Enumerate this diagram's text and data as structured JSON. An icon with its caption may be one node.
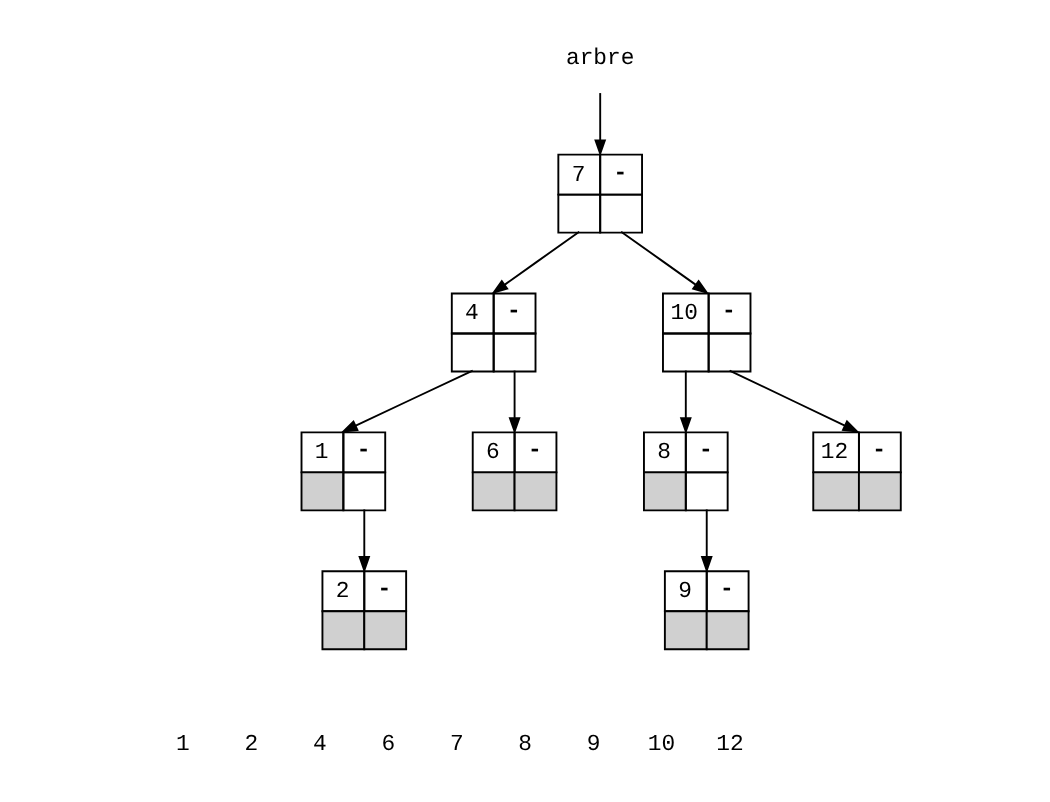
{
  "diagram": {
    "nodes": [
      {
        "text": [
          "arbre"
        ]
      },
      {
        "text": [
          "7",
          "-"
        ]
      },
      {
        "text": [
          "4",
          "-"
        ]
      },
      {
        "text": [
          "10",
          "-"
        ]
      },
      {
        "text": [
          "1",
          "-"
        ]
      },
      {
        "text": [
          "6",
          "-"
        ]
      },
      {
        "text": [
          "8",
          "-"
        ]
      },
      {
        "text": [
          "12",
          "-"
        ]
      },
      {
        "text": [
          "2",
          "-"
        ]
      },
      {
        "text": [
          "9",
          "-"
        ]
      }
    ],
    "edges": [
      {
        "from": 0,
        "to": 1,
        "arrow": "to"
      },
      {
        "from": 1,
        "to": 2,
        "arrow": "to"
      },
      {
        "from": 1,
        "to": 3,
        "arrow": "to"
      },
      {
        "from": 2,
        "to": 4,
        "arrow": "to"
      },
      {
        "from": 2,
        "to": 5,
        "arrow": "to"
      },
      {
        "from": 3,
        "to": 6,
        "arrow": "to"
      },
      {
        "from": 3,
        "to": 7,
        "arrow": "to"
      },
      {
        "from": 4,
        "to": 8,
        "arrow": "to"
      },
      {
        "from": 6,
        "to": 9,
        "arrow": "to"
      }
    ],
    "labels": [
      "1",
      "2",
      "4",
      "6",
      "7",
      "8",
      "9",
      "10",
      "12"
    ]
  }
}
